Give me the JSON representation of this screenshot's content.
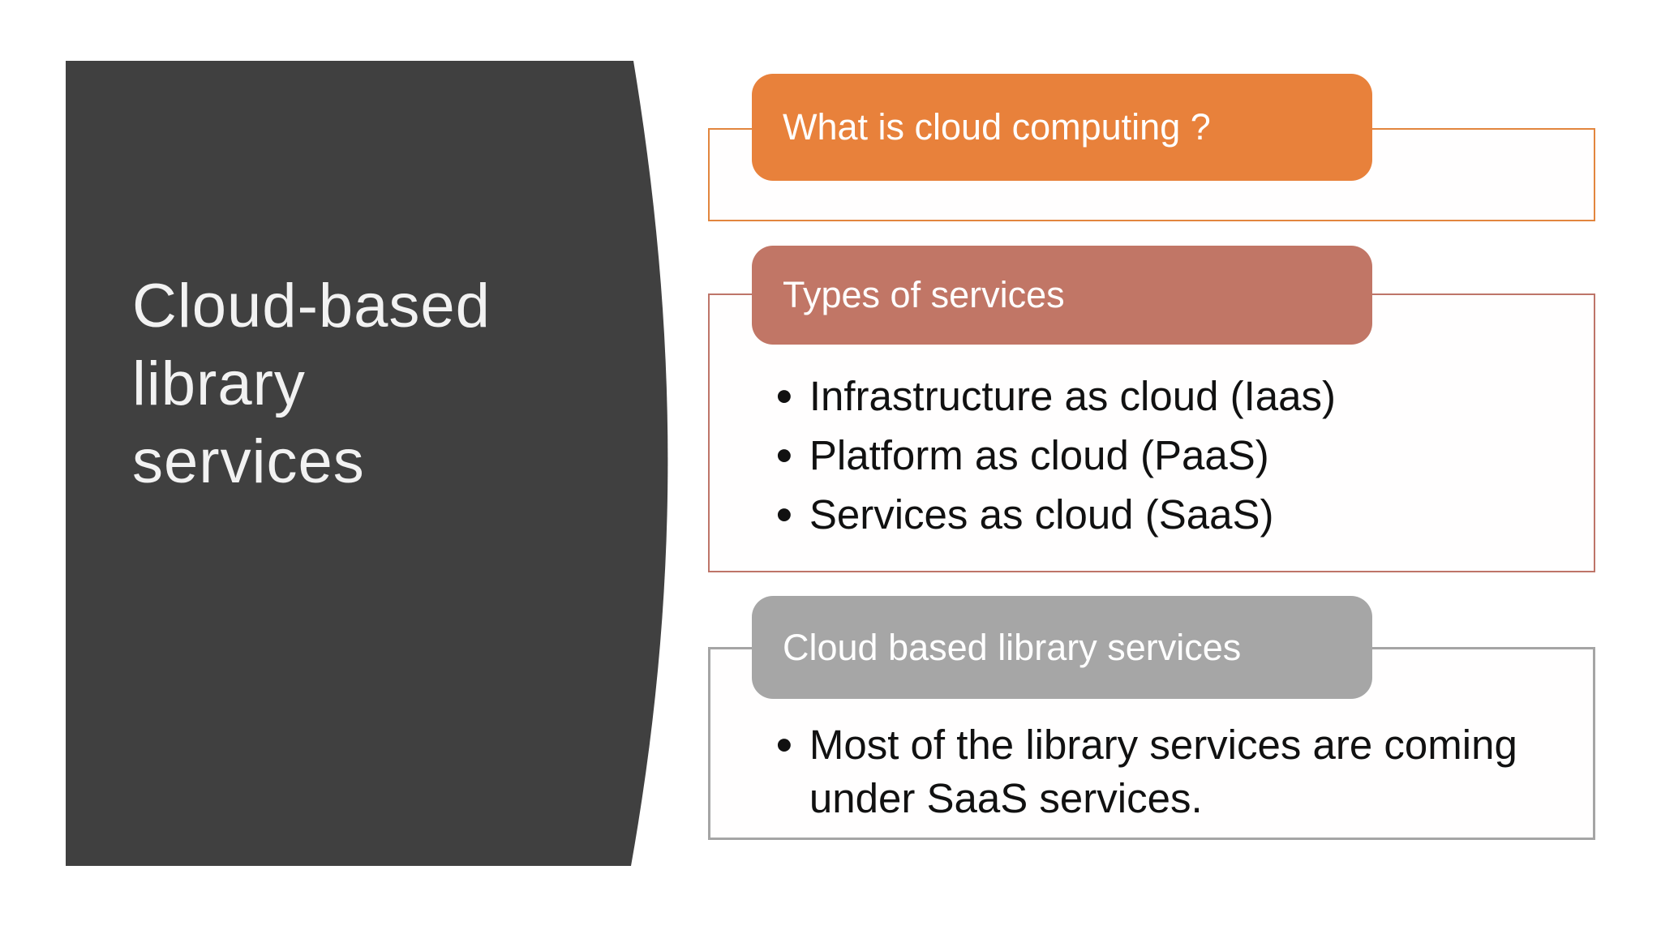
{
  "slide": {
    "title": "Cloud-based library services",
    "sections": [
      {
        "heading": "What is cloud computing ?",
        "bullets": []
      },
      {
        "heading": "Types of services",
        "bullets": [
          "Infrastructure as cloud (Iaas)",
          "Platform as cloud (PaaS)",
          "Services as cloud (SaaS)"
        ]
      },
      {
        "heading": "Cloud based library services",
        "bullets": [
          "Most of the library services are coming under SaaS services."
        ]
      }
    ],
    "bullet_char": "•",
    "colors": {
      "panel_dark": "#404040",
      "panel_text": "#f2f2f2",
      "accent_orange": "#e8813b",
      "accent_salmon": "#c17666",
      "accent_gray": "#a6a6a6",
      "outline_orange_border": "#e2863e",
      "outline_salmon_border": "#be7569",
      "outline_gray_border": "#a5a5a5",
      "body_text": "#111111",
      "background": "#ffffff"
    }
  }
}
